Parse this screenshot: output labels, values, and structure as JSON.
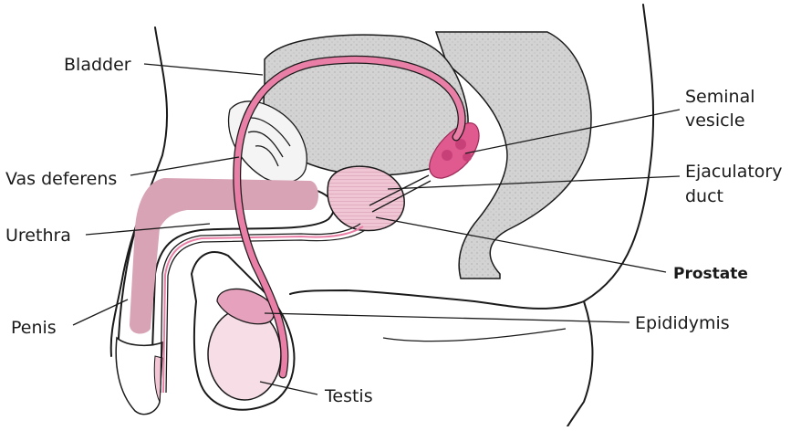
{
  "labels": {
    "bladder": "Bladder",
    "vas_deferens": "Vas deferens",
    "urethra": "Urethra",
    "penis": "Penis",
    "seminal_vesicle_line1": "Seminal",
    "seminal_vesicle_line2": "vesicle",
    "ejaculatory_duct_line1": "Ejaculatory",
    "ejaculatory_duct_line2": "duct",
    "prostate": "Prostate",
    "epididymis": "Epididymis",
    "testis": "Testis"
  },
  "colors": {
    "organ_gray": "#cfcfcf",
    "pink_duct": "#e97fa6",
    "pink_tissue": "#d9a3b6",
    "pink_light": "#f6dde6",
    "prostate_pink": "#f0c6d4",
    "seminal_vesicle": "#e05a8f",
    "background": "#ffffff"
  }
}
